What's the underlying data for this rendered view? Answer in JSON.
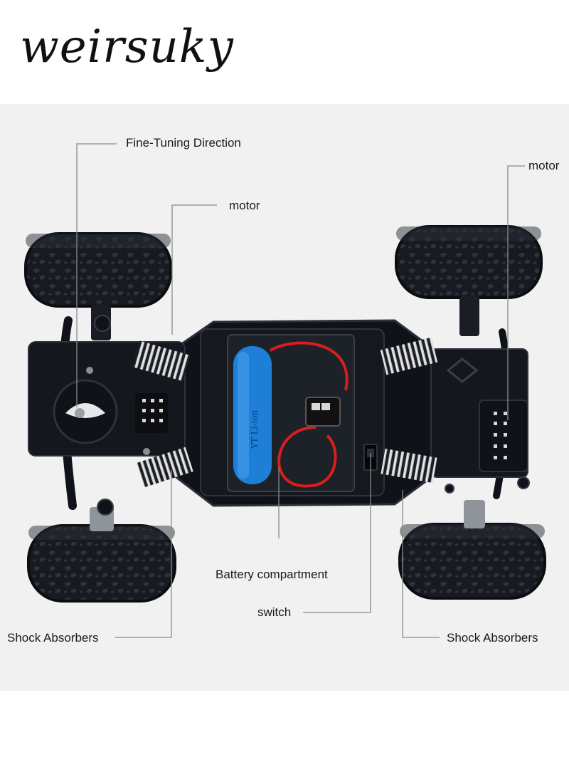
{
  "brand": {
    "name": "weirsuky"
  },
  "labels": {
    "fine_tuning_direction": "Fine-Tuning Direction",
    "motor_left": "motor",
    "motor_right": "motor",
    "battery_compartment": "Battery compartment",
    "switch": "switch",
    "shock_absorbers_left": "Shock Absorbers",
    "shock_absorbers_right": "Shock Absorbers"
  },
  "battery_print": "YT Li-ion",
  "colors": {
    "panel": "#f1f1f1",
    "chassis": "#0f1218",
    "tire": "#1a1d23",
    "battery": "#1f7fd6",
    "wire_red": "#d81e1e",
    "leader_line": "#8a8a8a",
    "spring": "#b9b9b9"
  }
}
